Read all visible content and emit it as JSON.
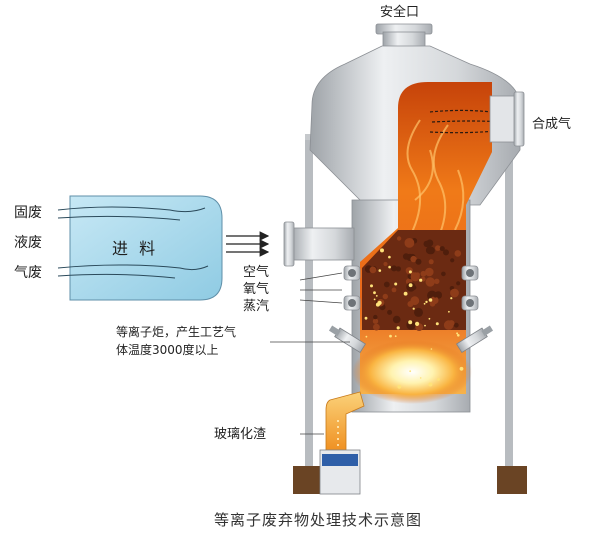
{
  "title": "等离子废弃物处理技术示意图",
  "labels": {
    "safety_outlet": "安全口",
    "syngas": "合成气",
    "feed": "进 料",
    "solid_waste": "固废",
    "liquid_waste": "液废",
    "gas_waste": "气废",
    "air": "空气",
    "oxygen": "氧气",
    "steam": "蒸汽",
    "torch_line1": "等离子炬，产生工艺气",
    "torch_line2": "体温度3000度以上",
    "slag": "玻璃化渣"
  },
  "colors": {
    "steel": "#c9ccd0",
    "feed_box": "#a9d9ec",
    "flame": "#e8650f",
    "bed": "#6b2a12",
    "slag": "#f2a33a",
    "collector": "#2f5fa8",
    "foot": "#6a4424"
  }
}
